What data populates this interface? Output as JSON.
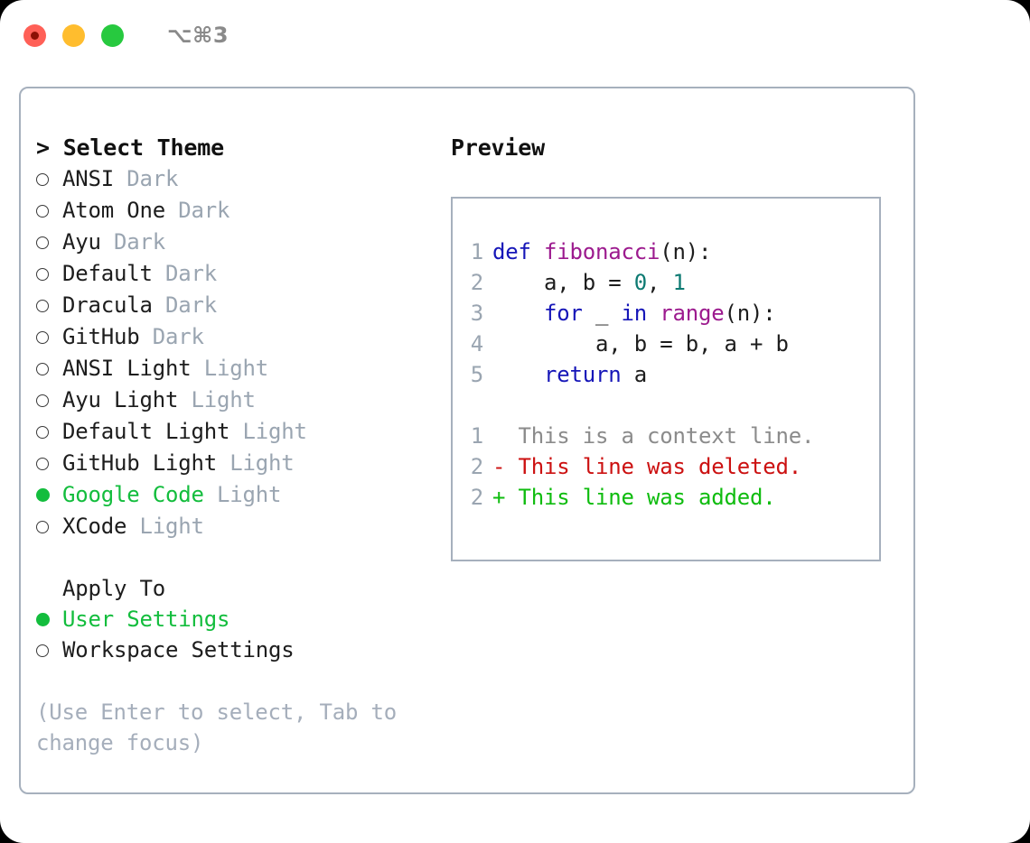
{
  "window": {
    "shortcut_label": "⌥⌘3",
    "traffic_lights": [
      "close-button",
      "minimize-button",
      "maximize-button"
    ]
  },
  "left_panel": {
    "heading": "> Select Theme",
    "themes": [
      {
        "label": "ANSI",
        "suffix": "Dark",
        "selected": false
      },
      {
        "label": "Atom One",
        "suffix": "Dark",
        "selected": false
      },
      {
        "label": "Ayu",
        "suffix": "Dark",
        "selected": false
      },
      {
        "label": "Default",
        "suffix": "Dark",
        "selected": false
      },
      {
        "label": "Dracula",
        "suffix": "Dark",
        "selected": false
      },
      {
        "label": "GitHub",
        "suffix": "Dark",
        "selected": false
      },
      {
        "label": "ANSI Light",
        "suffix": "Light",
        "selected": false
      },
      {
        "label": "Ayu Light",
        "suffix": "Light",
        "selected": false
      },
      {
        "label": "Default Light",
        "suffix": "Light",
        "selected": false
      },
      {
        "label": "GitHub Light",
        "suffix": "Light",
        "selected": false
      },
      {
        "label": "Google Code",
        "suffix": "Light",
        "selected": true
      },
      {
        "label": "XCode",
        "suffix": "Light",
        "selected": false
      }
    ],
    "apply_to": {
      "heading": "Apply To",
      "options": [
        {
          "label": "User Settings",
          "selected": true
        },
        {
          "label": "Workspace Settings",
          "selected": false
        }
      ]
    },
    "hint": "(Use Enter to select, Tab to change focus)"
  },
  "preview": {
    "title": "Preview",
    "code_lines": [
      {
        "num": "1",
        "tokens": [
          {
            "t": "def ",
            "c": "tok-kw"
          },
          {
            "t": "fibonacci",
            "c": "tok-fn"
          },
          {
            "t": "(n):",
            "c": "tok-pl"
          }
        ]
      },
      {
        "num": "2",
        "tokens": [
          {
            "t": "    a, b = ",
            "c": "tok-pl"
          },
          {
            "t": "0",
            "c": "tok-num"
          },
          {
            "t": ", ",
            "c": "tok-pl"
          },
          {
            "t": "1",
            "c": "tok-num"
          }
        ]
      },
      {
        "num": "3",
        "tokens": [
          {
            "t": "    ",
            "c": "tok-pl"
          },
          {
            "t": "for",
            "c": "tok-kw"
          },
          {
            "t": " _ ",
            "c": "tok-pl"
          },
          {
            "t": "in",
            "c": "tok-kw"
          },
          {
            "t": " ",
            "c": "tok-pl"
          },
          {
            "t": "range",
            "c": "tok-fn"
          },
          {
            "t": "(n):",
            "c": "tok-pl"
          }
        ]
      },
      {
        "num": "4",
        "tokens": [
          {
            "t": "        a, b = b, a + b",
            "c": "tok-pl"
          }
        ]
      },
      {
        "num": "5",
        "tokens": [
          {
            "t": "    ",
            "c": "tok-pl"
          },
          {
            "t": "return",
            "c": "tok-kw"
          },
          {
            "t": " a",
            "c": "tok-pl"
          }
        ]
      }
    ],
    "diff_lines": [
      {
        "num": "1",
        "text": "  This is a context line.",
        "kind": "diff-ctx"
      },
      {
        "num": "2",
        "text": "- This line was deleted.",
        "kind": "diff-del"
      },
      {
        "num": "2",
        "text": "+ This line was added.",
        "kind": "diff-add"
      }
    ]
  },
  "colors": {
    "accent_green": "#13bd3d",
    "muted_gray": "#9aa5b1",
    "border": "#a6b0bd",
    "keyword": "#1616b8",
    "function": "#9c1a8e",
    "number": "#0d7a72",
    "diff_added": "#0fbc0f",
    "diff_deleted": "#cc1111"
  }
}
